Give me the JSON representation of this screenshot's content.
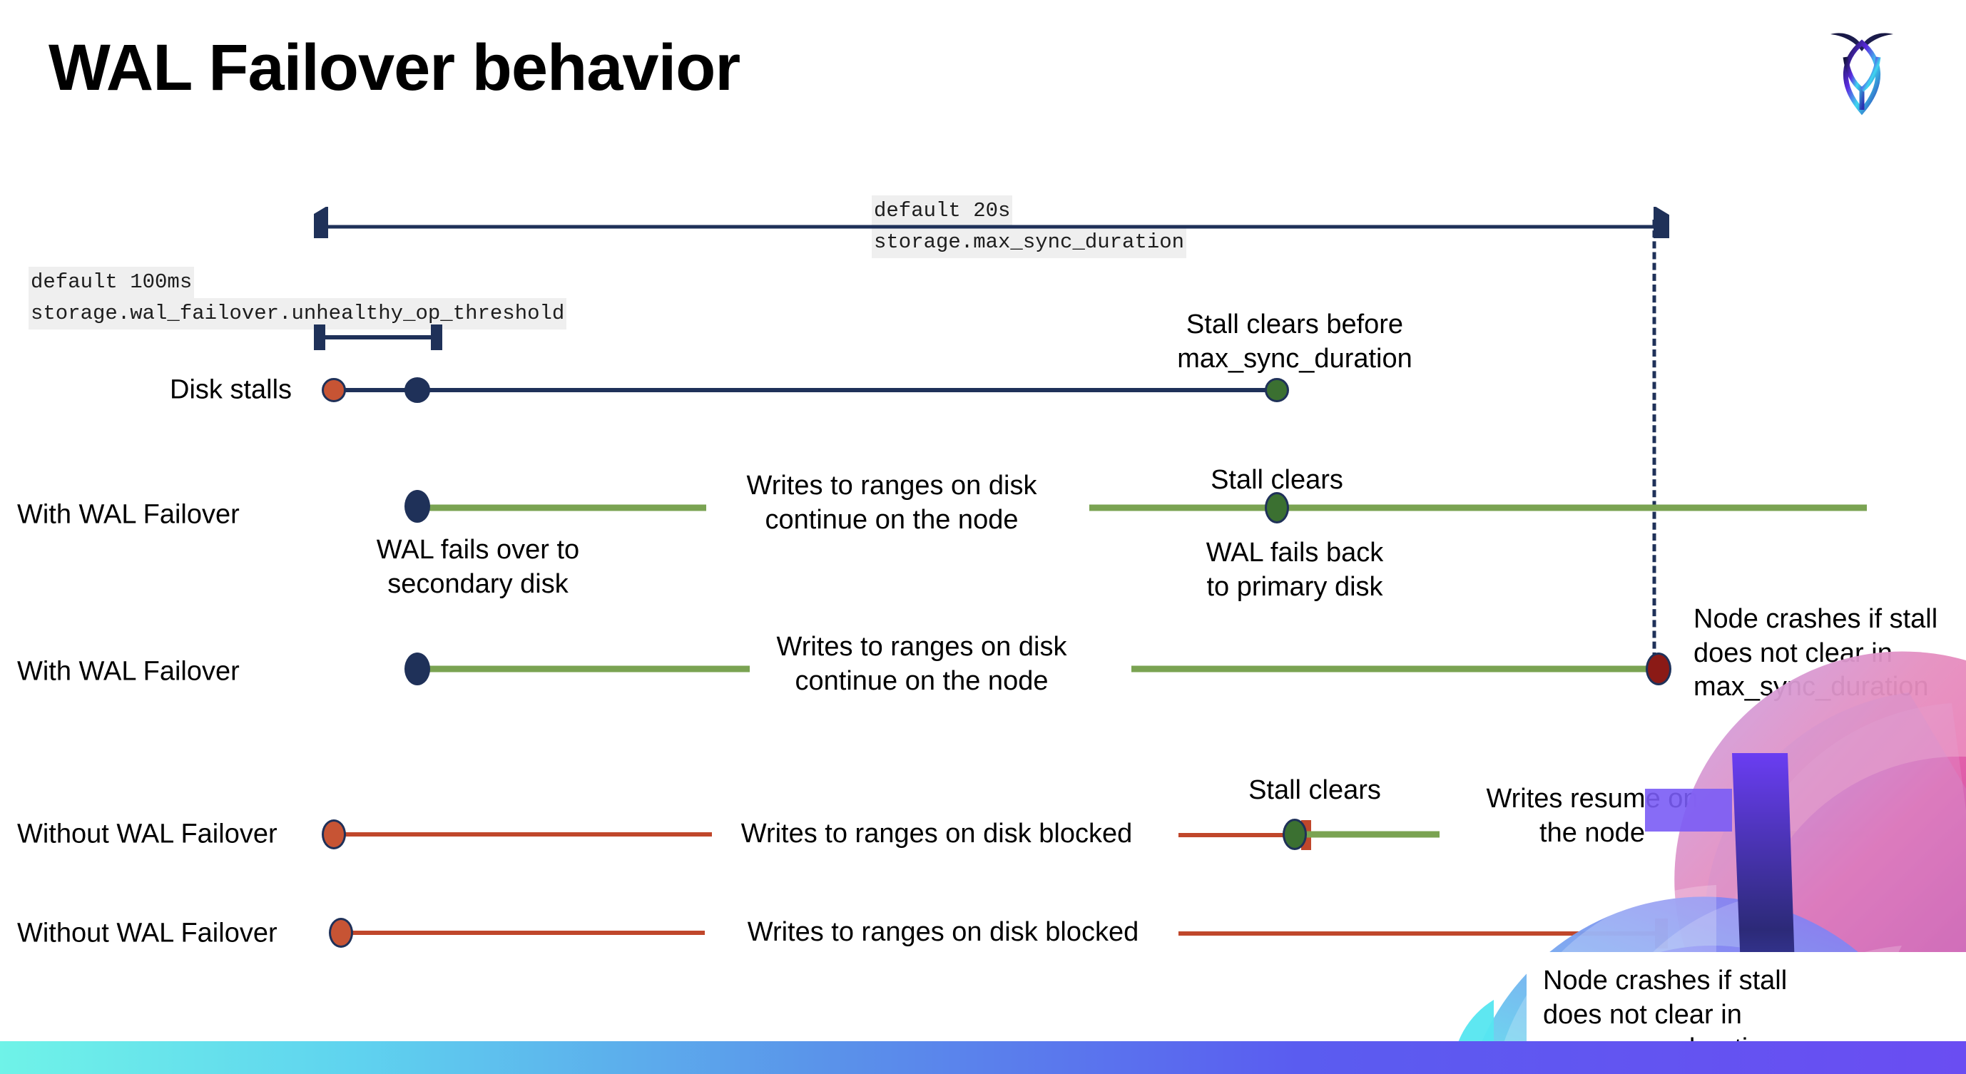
{
  "slide": {
    "title": "WAL Failover behavior",
    "logo_name": "cockroachdb-logo"
  },
  "config_labels": [
    {
      "id": "max-sync-duration",
      "default_text": "default 20s",
      "setting_text": "storage.max_sync_duration"
    },
    {
      "id": "unhealthy-op-threshold",
      "default_text": "default 100ms",
      "setting_text": "storage.wal_failover.unhealthy_op_threshold"
    }
  ],
  "rows": [
    {
      "id": "disk-stalls",
      "label": "Disk stalls",
      "annotation": "Stall clears before\nmax_sync_duration"
    },
    {
      "id": "with-wal-failover-recovers",
      "label": "With WAL Failover",
      "annotation_mid": "Writes to ranges on disk\ncontinue on the node",
      "annotation_start": "WAL fails over to\nsecondary disk",
      "annotation_clear": "Stall clears",
      "annotation_back": "WAL fails  back\nto primary disk"
    },
    {
      "id": "with-wal-failover-crashes",
      "label": "With WAL Failover",
      "annotation_mid": "Writes to ranges on disk\ncontinue on the node",
      "annotation_crash": "Node crashes if stall\ndoes not clear in\nmax_sync_duration"
    },
    {
      "id": "without-wal-failover-recovers",
      "label": "Without WAL Failover",
      "annotation_mid": "Writes to ranges on disk  blocked",
      "annotation_clear": "Stall clears",
      "annotation_resume": "Writes resume on\nthe node"
    },
    {
      "id": "without-wal-failover-crashes",
      "label": "Without WAL Failover",
      "annotation_mid": "Writes to ranges on disk  blocked",
      "annotation_crash": "Node crashes if stall\ndoes not clear in\nmax_sync_duration"
    }
  ],
  "colors": {
    "navy": "#1f3159",
    "green_line": "#7aa352",
    "green_dot": "#3b7031",
    "orange": "#c75434",
    "orange_line": "#c0472b",
    "dark_red": "#8b1a16",
    "code_bg": "#efefef"
  }
}
